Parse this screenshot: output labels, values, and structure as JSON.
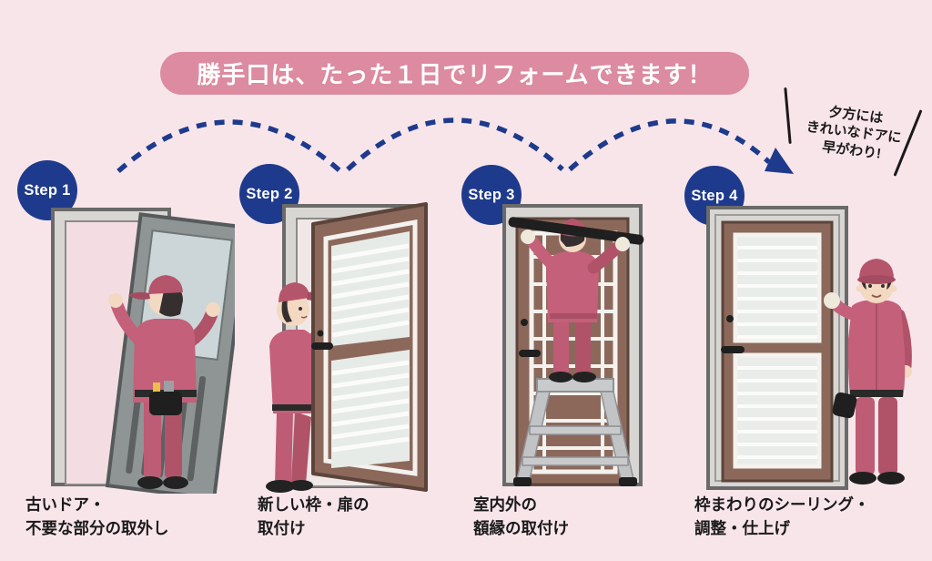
{
  "title": {
    "text": "勝手口は、たった１日でリフォームできます！"
  },
  "note": {
    "lines": [
      "夕方には",
      "きれいなドアに",
      "早がわり!"
    ]
  },
  "steps": [
    {
      "label": "Step 1",
      "caption": [
        "古いドア・",
        "不要な部分の取外し"
      ],
      "illustration": "worker-removing-old-door"
    },
    {
      "label": "Step 2",
      "caption": [
        "新しい枠・扉の",
        "取付け"
      ],
      "illustration": "worker-installing-new-frame-and-door"
    },
    {
      "label": "Step 3",
      "caption": [
        "室内外の",
        "額縁の取付け"
      ],
      "illustration": "worker-attaching-trim-on-stepladder"
    },
    {
      "label": "Step 4",
      "caption": [
        "枠まわりのシーリング・",
        "調整・仕上げ"
      ],
      "illustration": "worker-finishing-new-door"
    }
  ],
  "colors": {
    "background": "#f8e5ea",
    "banner_pink": "#dc8ba0",
    "badge_navy": "#1e3a8c",
    "arrow_navy": "#1e3a8c",
    "worker_uniform_pink": "#c4607a",
    "door_brown": "#8c685b",
    "old_door_gray": "#8f9494",
    "frame_gray": "#d8d6d3",
    "text_black": "#1a1a1a"
  }
}
